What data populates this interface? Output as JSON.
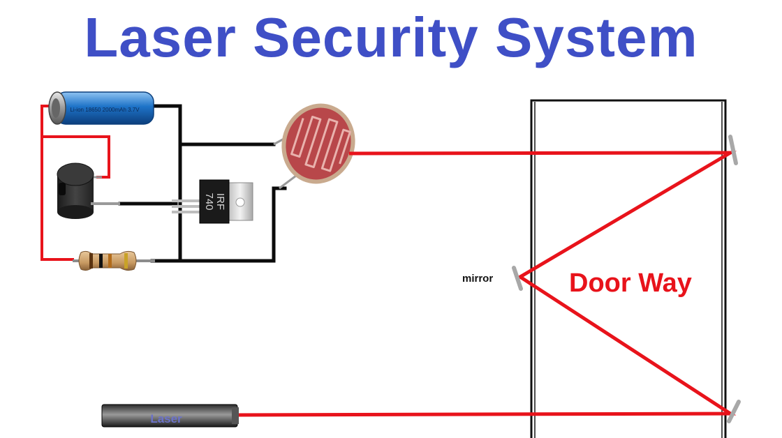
{
  "title": "Laser Security System",
  "labels": {
    "mirror": "mirror",
    "door_way": "Door Way",
    "laser": "Laser",
    "transistor_line1": "IRF",
    "transistor_line2": "740",
    "battery": "Li-ion 18650 2000mAh 3.7V"
  },
  "colors": {
    "title": "#3f4fc6",
    "laser_beam": "#e8131b",
    "wire_black": "#0b0b0b",
    "wire_red": "#e8131b",
    "door_label": "#e8131b",
    "battery": "#1e73c8",
    "ldr_body": "#b8474a",
    "ldr_track": "#e9b2ad"
  }
}
